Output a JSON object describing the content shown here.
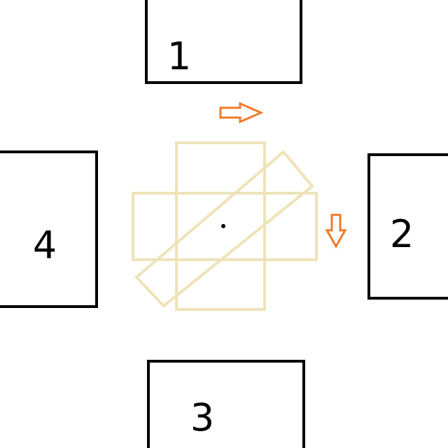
{
  "boxes": [
    {
      "id": "1",
      "label": "1"
    },
    {
      "id": "2",
      "label": "2"
    },
    {
      "id": "3",
      "label": "3"
    },
    {
      "id": "4",
      "label": "4"
    }
  ],
  "colors": {
    "box_stroke": "#000000",
    "overlay_stroke": "#eee3b8",
    "arrow_stroke": "#f07a28",
    "center_dot": "#000000"
  },
  "icons": {
    "right_arrow": "arrow-right-outline-icon",
    "down_arrow": "arrow-down-outline-icon"
  }
}
